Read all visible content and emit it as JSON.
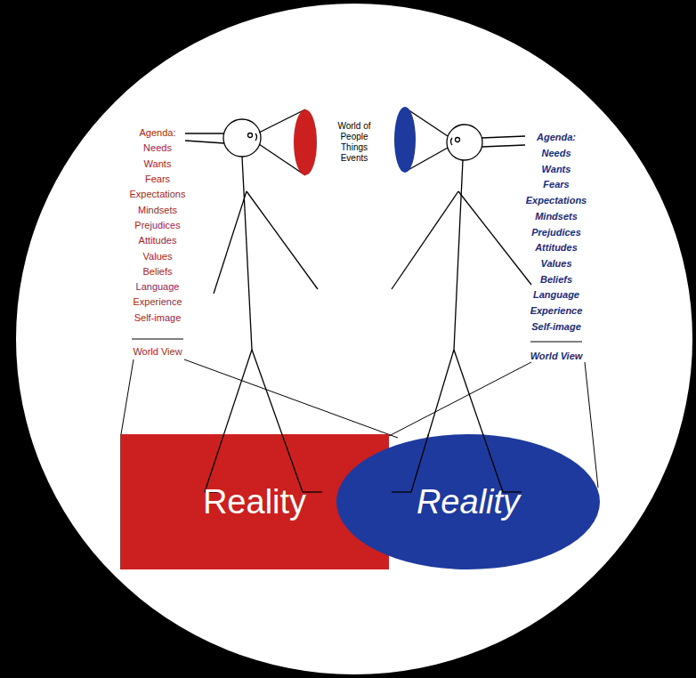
{
  "diagram": {
    "nodes": [
      {
        "text": [
          "Reality"
        ]
      },
      {
        "text": [
          "Reality"
        ]
      }
    ],
    "labels": [
      "World of People Things Events",
      "Agenda:",
      "Needs",
      "Wants",
      "Fears",
      "Expectations",
      "Mindsets",
      "Prejudices",
      "Attitudes",
      "Values",
      "Beliefs",
      "Language",
      "Experience",
      "Self-image",
      "World View",
      "Agenda:",
      "Needs",
      "Wants",
      "Fears",
      "Expectations",
      "Mindsets",
      "Prejudices",
      "Attitudes",
      "Values",
      "Beliefs",
      "Language",
      "Experience",
      "Self-image",
      "World View"
    ]
  }
}
